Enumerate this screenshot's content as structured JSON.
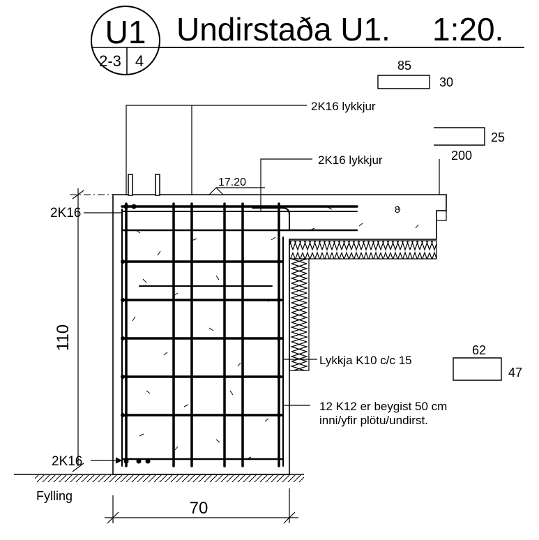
{
  "title_block": {
    "id_large": "U1",
    "sheet_left": "2-3",
    "sheet_right": "4",
    "title": "Undirstaða U1.",
    "scale": "1:20."
  },
  "bar_shapes": [
    {
      "top": "85",
      "side": "30"
    },
    {
      "side": "25",
      "bottom": "200"
    },
    {
      "top": "62",
      "side": "47"
    }
  ],
  "annotations": {
    "rebar_loops_1": "2K16 lykkjur",
    "rebar_loops_2": "2K16 lykkjur",
    "elevation": "17.20",
    "top_bar": "2K16",
    "bottom_bar": "2K16",
    "stirrup": "Lykkja K10 c/c 15",
    "bent_bars_line1": "12 K12 er beygist 50 cm",
    "bent_bars_line2": "inni/yfir plötu/undirst.",
    "fill": "Fylling",
    "height_dim": "110",
    "width_dim": "70",
    "slab_mark": "8"
  }
}
